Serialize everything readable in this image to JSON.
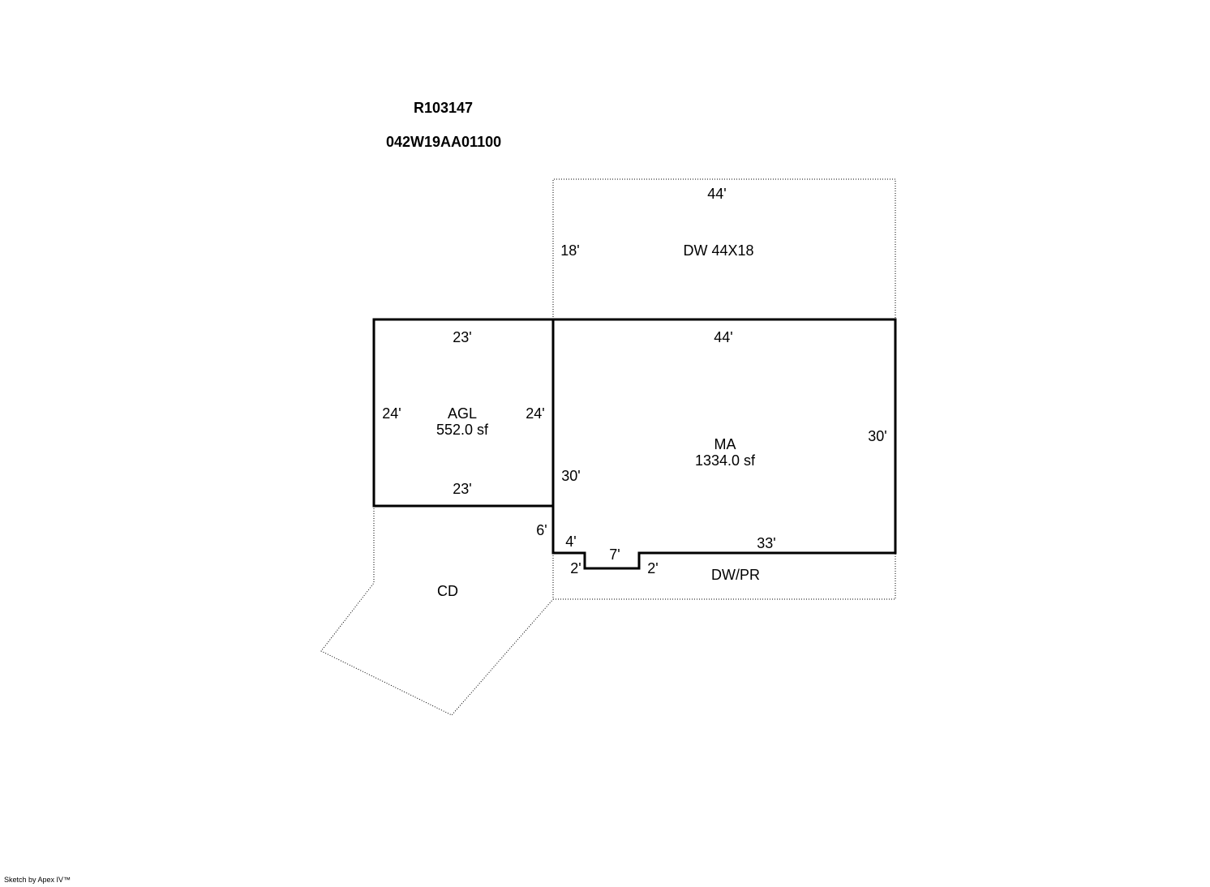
{
  "header": {
    "parcel_id": "R103147",
    "map_number": "042W19AA01100"
  },
  "areas": {
    "dw_top": {
      "label": "DW 44X18",
      "width_label": "44'",
      "depth_label": "18'"
    },
    "agl": {
      "label": "AGL",
      "area": "552.0 sf",
      "top": "23'",
      "bottom": "23'",
      "left": "24'",
      "right": "24'"
    },
    "ma": {
      "label": "MA",
      "area": "1334.0 sf",
      "top": "44'",
      "right": "30'",
      "left": "30'",
      "bottom": "33'",
      "jog_left": "4'",
      "notch_width": "7'",
      "notch_left_depth": "2'",
      "notch_right_depth": "2'"
    },
    "cd": {
      "label": "CD",
      "offset": "6'"
    },
    "dw_pr": {
      "label": "DW/PR"
    }
  },
  "footer": {
    "credit": "Sketch by Apex IV™"
  },
  "colors": {
    "line": "#000000",
    "background": "#ffffff"
  }
}
